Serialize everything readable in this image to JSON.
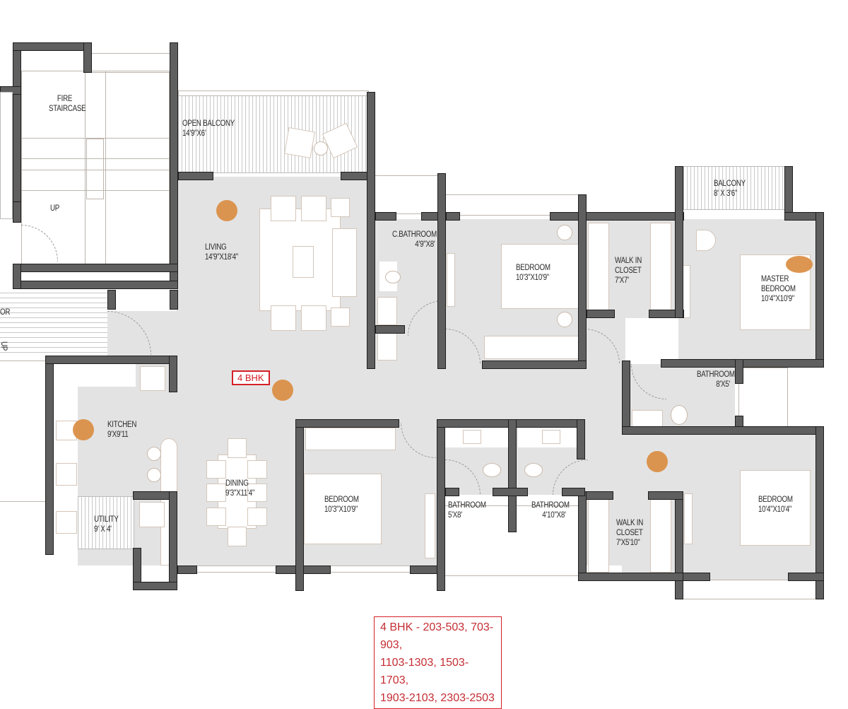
{
  "plan": {
    "unit_tag": "4 BHK",
    "note_lines": [
      "4 BHK - 203-503, 703-903,",
      "1103-1303, 1503-1703,",
      "1903-2103, 2303-2503"
    ],
    "colors": {
      "wall": "#5f5f5f",
      "floor": "#e3e3e3",
      "accent": "#d52027",
      "figure": "#d98b3e"
    }
  },
  "rooms": {
    "fire_staircase": {
      "name": "FIRE",
      "name2": "STAIRCASE",
      "up": "UP"
    },
    "open_balcony": {
      "name": "OPEN BALCONY",
      "size": "14'9\"X6'"
    },
    "living": {
      "name": "LIVING",
      "size": "14'9\"X18'4\""
    },
    "c_bathroom": {
      "name": "C.BATHROOM",
      "size": "4'9\"X8'"
    },
    "bedroom_1": {
      "name": "BEDROOM",
      "size": "10'3\"X10'9\""
    },
    "walk_in_closet_1": {
      "name": "WALK IN",
      "name2": "CLOSET",
      "size": "7'X7'"
    },
    "balcony": {
      "name": "BALCONY",
      "size": "8' X 3'6\""
    },
    "master_bedroom": {
      "name": "MASTER",
      "name2": "BEDROOM",
      "size": "10'4\"X10'9\""
    },
    "bathroom_master": {
      "name": "BATHROOM",
      "size": "8'X5'"
    },
    "kitchen": {
      "name": "KITCHEN",
      "size": "9'X9'11"
    },
    "dining": {
      "name": "DINING",
      "size": "9'3\"X11'4\""
    },
    "utility": {
      "name": "UTILITY",
      "size": "9' X 4'"
    },
    "bedroom_2": {
      "name": "BEDROOM",
      "size": "10'3\"X10'9\""
    },
    "bathroom_2": {
      "name": "BATHROOM",
      "size": "5'X8'"
    },
    "bathroom_3": {
      "name": "BATHROOM",
      "size": "4'10\"X8'"
    },
    "walk_in_closet_2": {
      "name": "WALK IN",
      "name2": "CLOSET",
      "size": "7'X5'10\""
    },
    "bedroom_3": {
      "name": "BEDROOM",
      "size": "10'4\"X10'4\""
    },
    "corridor": {
      "name": "OR",
      "up": "UP"
    }
  }
}
